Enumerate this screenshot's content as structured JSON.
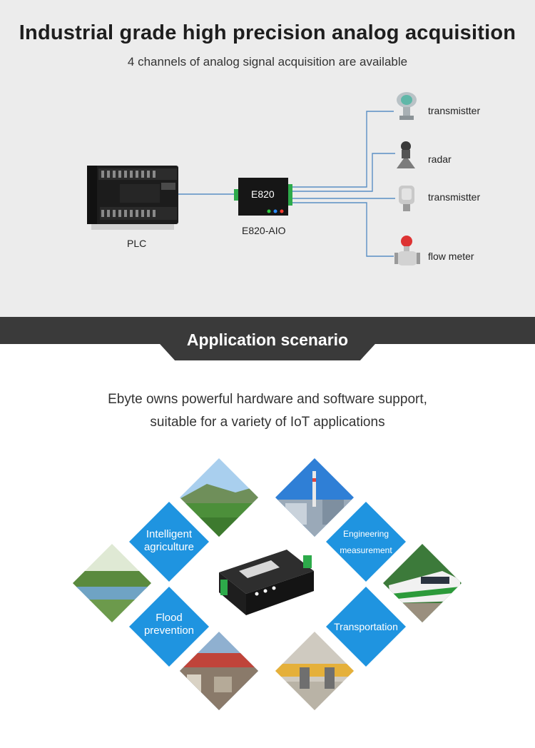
{
  "header": {
    "title": "Industrial grade high precision analog acquisition",
    "subtitle": "4 channels of analog signal acquisition are available"
  },
  "diagram": {
    "plc_label": "PLC",
    "module_face": "E820",
    "module_label": "E820-AIO",
    "devices": [
      {
        "label": "transmistter"
      },
      {
        "label": "radar"
      },
      {
        "label": "transmistter"
      },
      {
        "label": "flow meter"
      }
    ],
    "colors": {
      "line": "#5a8fc4",
      "terminal": "#2daa4a"
    }
  },
  "banner": {
    "title": "Application scenario"
  },
  "application": {
    "intro_line1": "Ebyte owns powerful hardware and software support,",
    "intro_line2": "suitable for a variety of IoT applications",
    "scenarios": [
      {
        "label_line1": "Intelligent",
        "label_line2": "agriculture"
      },
      {
        "label_line1": "Engineering",
        "label_line2": "measurement"
      },
      {
        "label_line1": "Flood",
        "label_line2": "prevention"
      },
      {
        "label_line1": "Transportation",
        "label_line2": ""
      }
    ],
    "accent": "#1f94e0"
  }
}
